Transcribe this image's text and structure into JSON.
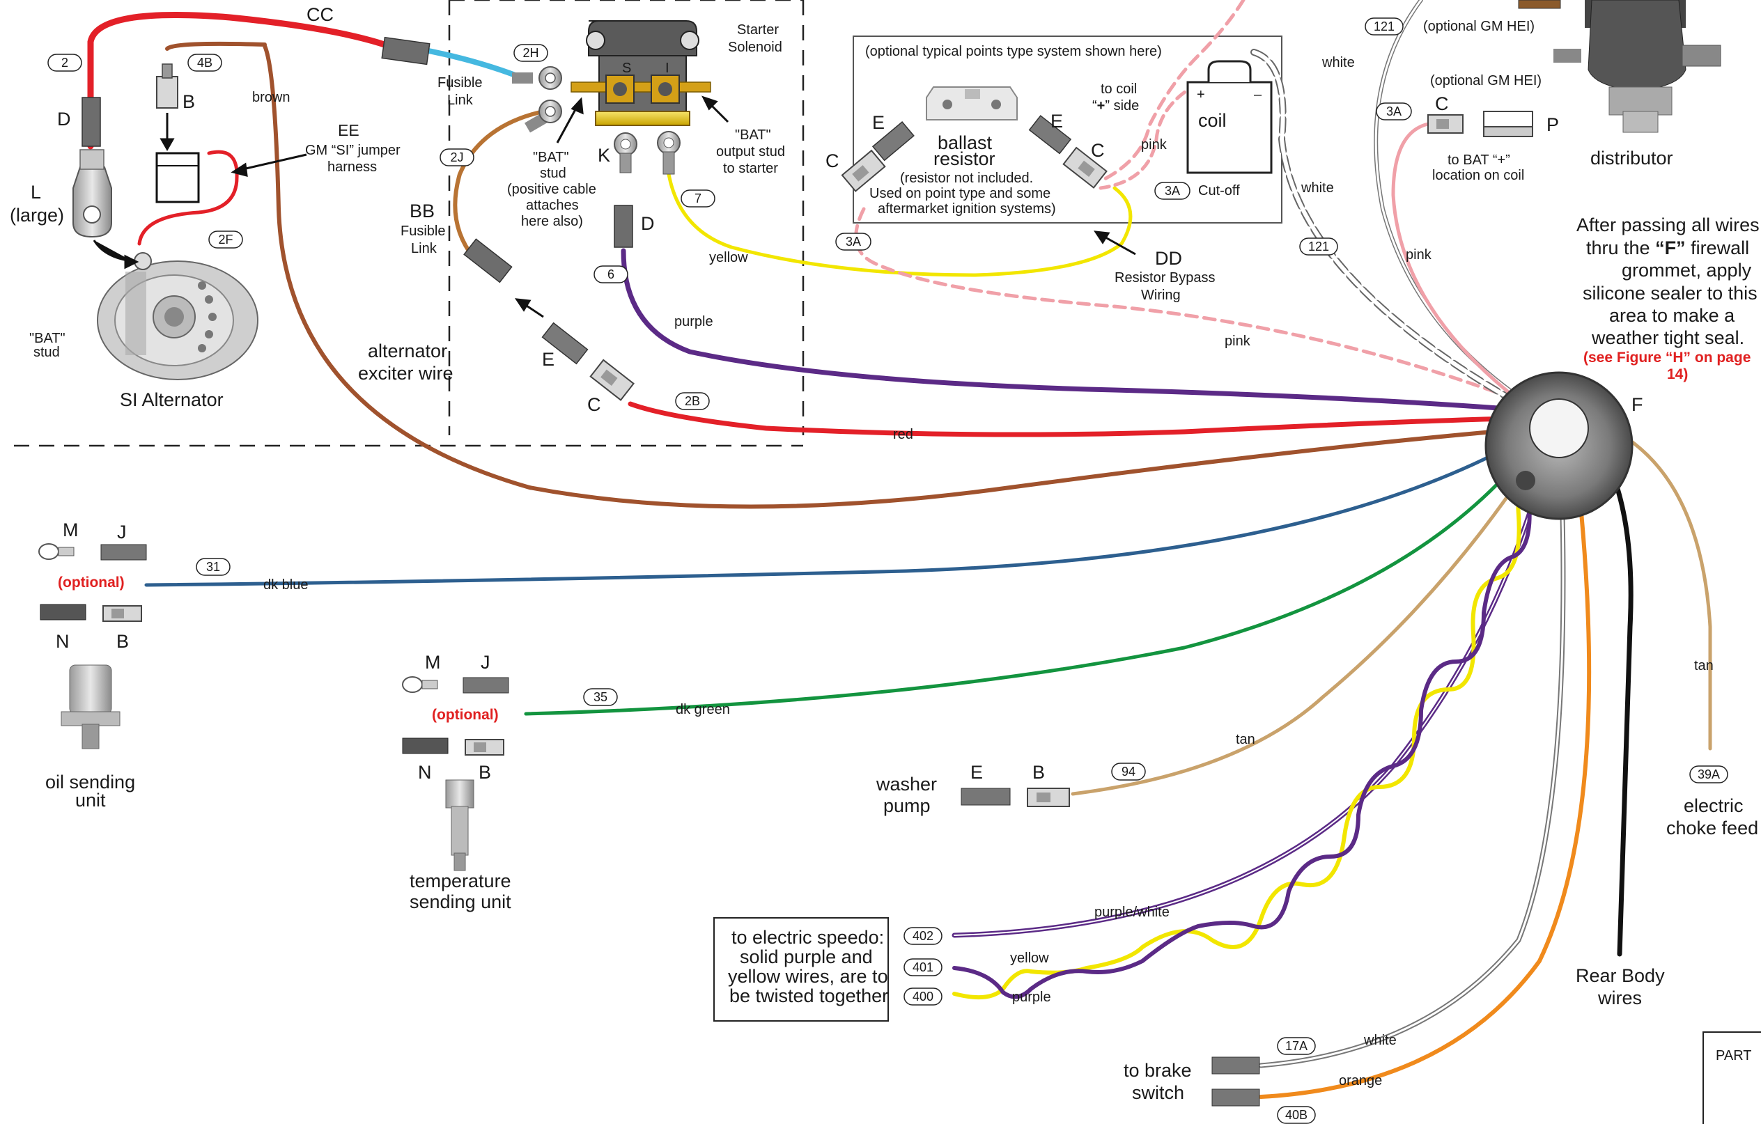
{
  "colors": {
    "red": "#e32028",
    "brown": "#a0522d",
    "blue": "#2d5f8f",
    "green": "#13943f",
    "purple": "#5b2a86",
    "yellow": "#f2e600",
    "tan": "#c9a26b",
    "orange": "#f08a1c",
    "black": "#111111",
    "pink": "#f0a0a8",
    "white_wire": "#7a7a7a",
    "cyan": "#45b8e0",
    "callout_red": "#e02020"
  },
  "components": {
    "alternator": {
      "name": "SI Alternator",
      "bat_stud": "\"BAT\" stud"
    },
    "terminal_l": "L\n(large)",
    "jumper": {
      "code": "EE",
      "desc": "GM \"SI\" jumper harness"
    },
    "starter": {
      "name": "Starter\nSolenoid",
      "s": "S",
      "i": "I"
    },
    "bat_stud_note": "\"BAT\"\nstud\n(positive cable\nattaches\nhere also)",
    "bat_output_note": "\"BAT\"\noutput stud\nto starter",
    "points_box_title": "(optional typical points type system shown here)",
    "ballast": "ballast\nresistor",
    "ballast_note": "(resistor not included.\nUsed on point type and some\naftermarket ignition systems)",
    "to_coil": "to coil\n\"+\" side",
    "coil": "coil",
    "cutoff": "Cut-off",
    "dd": "DD",
    "dd_desc": "Resistor Bypass\nWiring",
    "distributor": "distributor",
    "optional_hei_top": "(optional GM HEI)",
    "optional_hei_mid": "(optional GM HEI)",
    "to_bat_coil": "to BAT \"+\"\nlocation on coil",
    "firewall_note": "After passing all wires\nthru the \"F\" firewall\ngrommet, apply\nsilicone sealer to this\narea to make a\nweather tight seal.",
    "firewall_ref": "(see Figure \"H\" on page\n14)",
    "grommet": "F",
    "oil": "oil sending\nunit",
    "temp": "temperature\nsending unit",
    "washer": "washer\npump",
    "speedo_note": "to electric speedo:\nsolid purple and\nyellow wires, are to\nbe twisted together",
    "brake": "to brake\nswitch",
    "choke": "electric\nchoke feed",
    "rear_body": "Rear Body\nwires",
    "part": "PART",
    "optional": "(optional)",
    "exciter": "alternator\nexciter wire",
    "fusible": "Fusible\nLink",
    "bb_fusible": "BB\nFusible\nLink"
  },
  "letters": {
    "cc": "CC",
    "d1": "D",
    "b1": "B",
    "d2": "D",
    "k": "K",
    "e1": "E",
    "c1": "C",
    "e_ballast_l": "E",
    "e_ballast_r": "E",
    "c_ballast_l": "C",
    "c_ballast_r": "C",
    "c_hei": "C",
    "p_hei": "P",
    "m1": "M",
    "j1": "J",
    "n1": "N",
    "b2": "B",
    "m2": "M",
    "j2": "J",
    "n2": "N",
    "b3": "B",
    "e_washer": "E",
    "b_washer": "B",
    "f": "F"
  },
  "tags": {
    "t2": "2",
    "t4b": "4B",
    "t2h": "2H",
    "t2j": "2J",
    "t2f": "2F",
    "t7": "7",
    "t6": "6",
    "t2b": "2B",
    "t3a_box": "3A",
    "t3a_left": "3A",
    "t121_top": "121",
    "t121_mid": "121",
    "t3a_hei": "3A",
    "t31": "31",
    "t35": "35",
    "t94": "94",
    "t402": "402",
    "t401": "401",
    "t400": "400",
    "t17a": "17A",
    "t40b": "40B",
    "t39a": "39A"
  },
  "wire_labels": {
    "brown": "brown",
    "red": "red",
    "purple": "purple",
    "yellow": "yellow",
    "pink": "pink",
    "pink_box": "pink",
    "pink_hei": "pink",
    "white_top": "white",
    "white_mid": "white",
    "dk_blue": "dk blue",
    "dk_green": "dk green",
    "tan_washer": "tan",
    "tan_choke": "tan",
    "purple_white": "purple/white",
    "yellow_speedo": "yellow",
    "purple_speedo": "purple",
    "white_brake": "white",
    "orange": "orange"
  }
}
